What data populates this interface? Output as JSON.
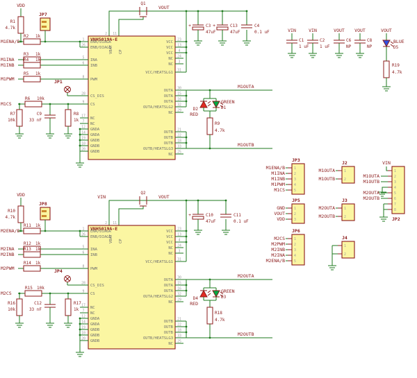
{
  "palette": {
    "wire": "#1e7a1e",
    "symbol": "#8b1a1a",
    "label": "#8b1a1a",
    "pin_name": "#707070",
    "pin_number": "#9a9a9a",
    "box_fill": "#fbf6a2",
    "pad": "#cc8a2e",
    "led_green": "#00a843",
    "led_red": "#e32b24",
    "led_blue": "#2f51e0"
  },
  "ics": [
    {
      "title": "VNH5019A-E",
      "top_pins": [
        {
          "n": "2",
          "name": "VBAT"
        },
        {
          "n": "11",
          "name": "CP"
        }
      ],
      "left_pins": [
        {
          "n": "1",
          "name": "ENA/DIAGA"
        },
        {
          "n": "26",
          "name": "ENB/DIAGB"
        },
        {
          "n": "5",
          "name": "INA"
        },
        {
          "n": "6",
          "name": "INB"
        },
        {
          "n": "8",
          "name": "PWM"
        },
        {
          "n": "28",
          "name": "CS_DIS"
        },
        {
          "n": "9",
          "name": "CS"
        },
        {
          "n": "17",
          "name": "NC"
        },
        {
          "n": "7",
          "name": "NC"
        },
        {
          "n": "12",
          "name": "GNDA"
        },
        {
          "n": "14",
          "name": "GNDA"
        },
        {
          "n": "19",
          "name": "GNDB"
        },
        {
          "n": "10",
          "name": "GNDB"
        },
        {
          "n": "20",
          "name": "GNDB"
        }
      ],
      "right_pins": [
        {
          "n": "23",
          "name": "VCC"
        },
        {
          "n": "13",
          "name": "VCC"
        },
        {
          "n": "4",
          "name": "VCC"
        },
        {
          "n": "24",
          "name": "NC"
        },
        {
          "n": "3",
          "name": "NC"
        },
        {
          "n": "31",
          "name": "VCC/HEATSLG1"
        },
        {
          "n": "30",
          "name": "OUTA"
        },
        {
          "n": "15",
          "name": "OUTA"
        },
        {
          "n": "16",
          "name": "OUTA"
        },
        {
          "n": "32",
          "name": "OUTA/HEATSLG2"
        },
        {
          "n": "29",
          "name": "NC"
        },
        {
          "n": "21",
          "name": "OUTB"
        },
        {
          "n": "22",
          "name": "OUTB"
        },
        {
          "n": "18",
          "name": "OUTB"
        },
        {
          "n": "33",
          "name": "OUTB/HEATSLG3"
        },
        {
          "n": "25",
          "name": "NC"
        }
      ]
    },
    {
      "title": "VNH5019A-E",
      "top_pins": [
        {
          "n": "2",
          "name": "VBAT"
        },
        {
          "n": "11",
          "name": "CP"
        }
      ],
      "left_pins": [
        {
          "n": "1",
          "name": "ENA/DIAGA"
        },
        {
          "n": "26",
          "name": "ENB/DIAGB"
        },
        {
          "n": "5",
          "name": "INA"
        },
        {
          "n": "6",
          "name": "INB"
        },
        {
          "n": "8",
          "name": "PWM"
        },
        {
          "n": "28",
          "name": "CS_DIS"
        },
        {
          "n": "9",
          "name": "CS"
        },
        {
          "n": "17",
          "name": "NC"
        },
        {
          "n": "7",
          "name": "NC"
        },
        {
          "n": "12",
          "name": "GNDA"
        },
        {
          "n": "14",
          "name": "GNDA"
        },
        {
          "n": "19",
          "name": "GNDB"
        },
        {
          "n": "10",
          "name": "GNDB"
        },
        {
          "n": "20",
          "name": "GNDB"
        }
      ],
      "right_pins": [
        {
          "n": "23",
          "name": "VCC"
        },
        {
          "n": "13",
          "name": "VCC"
        },
        {
          "n": "4",
          "name": "VCC"
        },
        {
          "n": "24",
          "name": "NC"
        },
        {
          "n": "3",
          "name": "NC"
        },
        {
          "n": "31",
          "name": "VCC/HEATSLG1"
        },
        {
          "n": "30",
          "name": "OUTA"
        },
        {
          "n": "15",
          "name": "OUTA"
        },
        {
          "n": "16",
          "name": "OUTA"
        },
        {
          "n": "32",
          "name": "OUTA/HEATSLG2"
        },
        {
          "n": "29",
          "name": "NC"
        },
        {
          "n": "21",
          "name": "OUTB"
        },
        {
          "n": "22",
          "name": "OUTB"
        },
        {
          "n": "18",
          "name": "OUTB"
        },
        {
          "n": "33",
          "name": "OUTB/HEATSLG3"
        },
        {
          "n": "25",
          "name": "NC"
        }
      ]
    }
  ],
  "m1": {
    "vdd": "VDD",
    "pullup": {
      "name": "R1",
      "value": "4.7k"
    },
    "jumper": {
      "name": "JP7"
    },
    "rows": [
      {
        "net": "M1ENA/B",
        "r": "R2",
        "v": "1k"
      },
      {
        "net": "M1INA",
        "r": "R3",
        "v": "1k"
      },
      {
        "net": "M1INB",
        "r": "R4",
        "v": "1k"
      },
      {
        "net": "M1PWM",
        "r": "R5",
        "v": "1k"
      },
      {
        "net": "M1CS",
        "r": "R6",
        "v": "10k"
      }
    ],
    "solder_jumper": {
      "name": "JP1"
    },
    "cs_r_left": {
      "name": "R7",
      "value": "10k"
    },
    "cs_cap": {
      "name": "C9",
      "value": "33 nF"
    },
    "cs_r_right": {
      "name": "R8",
      "value": "1k"
    },
    "fet": {
      "name": "Q1"
    },
    "vin": "",
    "vout": "VOUT",
    "caps": [
      {
        "name": "C3",
        "value": "47uF",
        "plus": "+"
      },
      {
        "name": "C13",
        "value": "47uF",
        "plus": "+"
      },
      {
        "name": "C4",
        "value": "0.1 uF",
        "plus": ""
      }
    ],
    "led_green": {
      "color": "GREEN",
      "name": "D1"
    },
    "led_red": {
      "name": "D2",
      "color": "RED"
    },
    "led_r": {
      "name": "R9",
      "value": "4.7k"
    },
    "outa": "M1OUTA",
    "outb": "M1OUTB"
  },
  "m2": {
    "vdd": "VDD",
    "pullup": {
      "name": "R10",
      "value": "4.7k"
    },
    "jumper": {
      "name": "JP8"
    },
    "rows": [
      {
        "net": "M2ENA/B",
        "r": "R11",
        "v": "1k"
      },
      {
        "net": "M2INA",
        "r": "R12",
        "v": "1k"
      },
      {
        "net": "M2INB",
        "r": "R13",
        "v": "1k"
      },
      {
        "net": "M2PWM",
        "r": "R14",
        "v": "1k"
      },
      {
        "net": "M2CS",
        "r": "R15",
        "v": "10k"
      }
    ],
    "solder_jumper": {
      "name": "JP4"
    },
    "cs_r_left": {
      "name": "R16",
      "value": "10k"
    },
    "cs_cap": {
      "name": "C12",
      "value": "33 nF"
    },
    "cs_r_right": {
      "name": "R17",
      "value": "1k"
    },
    "fet": {
      "name": "Q2"
    },
    "vin": "VIN",
    "vout": "VOUT",
    "caps": [
      {
        "name": "C10",
        "value": "47uF",
        "plus": "+"
      },
      {
        "name": "C11",
        "value": "0.1 uF",
        "plus": ""
      }
    ],
    "led_green": {
      "color": "GREEN",
      "name": "D3"
    },
    "led_red": {
      "name": "D4",
      "color": "RED"
    },
    "led_r": {
      "name": "R18",
      "value": "4.7k"
    },
    "outa": "M2OUTA",
    "outb": "M2OUTB"
  },
  "rails": [
    {
      "net": "VIN",
      "name": "C1",
      "value": "1 uF",
      "kind": "cap"
    },
    {
      "net": "VIN",
      "name": "C2",
      "value": "1 uF",
      "kind": "cap"
    },
    {
      "net": "VOUT",
      "name": "C6",
      "value": "NP",
      "kind": "cap"
    },
    {
      "net": "VOUT",
      "name": "C8",
      "value": "NP",
      "kind": "cap"
    },
    {
      "net": "VOUT",
      "name": "D5",
      "color": "BLUE",
      "kind": "led",
      "r": {
        "name": "R19",
        "value": "4.7k"
      }
    }
  ],
  "connectors": [
    {
      "name": "JP3",
      "pins": [
        {
          "n": "1",
          "net": "M1ENA/B"
        },
        {
          "n": "2",
          "net": "M1INA"
        },
        {
          "n": "3",
          "net": "M1INB"
        },
        {
          "n": "4",
          "net": "M1PWM"
        },
        {
          "n": "5",
          "net": "M1CS"
        }
      ]
    },
    {
      "name": "JP5",
      "pins": [
        {
          "n": "1",
          "net": "GND"
        },
        {
          "n": "2",
          "net": "VOUT"
        },
        {
          "n": "3",
          "net": "VDD"
        }
      ]
    },
    {
      "name": "JP6",
      "pins": [
        {
          "n": "1",
          "net": "M2CS"
        },
        {
          "n": "2",
          "net": "M2PWM"
        },
        {
          "n": "3",
          "net": "M2INB"
        },
        {
          "n": "4",
          "net": "M2INA"
        },
        {
          "n": "5",
          "net": "M2ENA/B"
        }
      ]
    },
    {
      "name": "J2",
      "pins": [
        {
          "n": "1",
          "net": "M1OUTA"
        },
        {
          "n": "2",
          "net": "M1OUTB"
        }
      ]
    },
    {
      "name": "J3",
      "pins": [
        {
          "n": "1",
          "net": "M2OUTA"
        },
        {
          "n": "2",
          "net": "M2OUTB"
        }
      ]
    },
    {
      "name": "J4",
      "pins": [
        {
          "n": "1",
          "net": ""
        },
        {
          "n": "2",
          "net": ""
        }
      ]
    },
    {
      "name": "JP2",
      "pins": [
        {
          "n": "1",
          "net": "VIN"
        },
        {
          "n": "2",
          "net": "M1OUTA"
        },
        {
          "n": "3",
          "net": "M1OUTB"
        },
        {
          "n": "4",
          "net": ""
        },
        {
          "n": "5",
          "net": "M2OUTA"
        },
        {
          "n": "6",
          "net": "M2OUTB"
        },
        {
          "n": "7",
          "net": ""
        },
        {
          "n": "8",
          "net": ""
        }
      ]
    }
  ]
}
